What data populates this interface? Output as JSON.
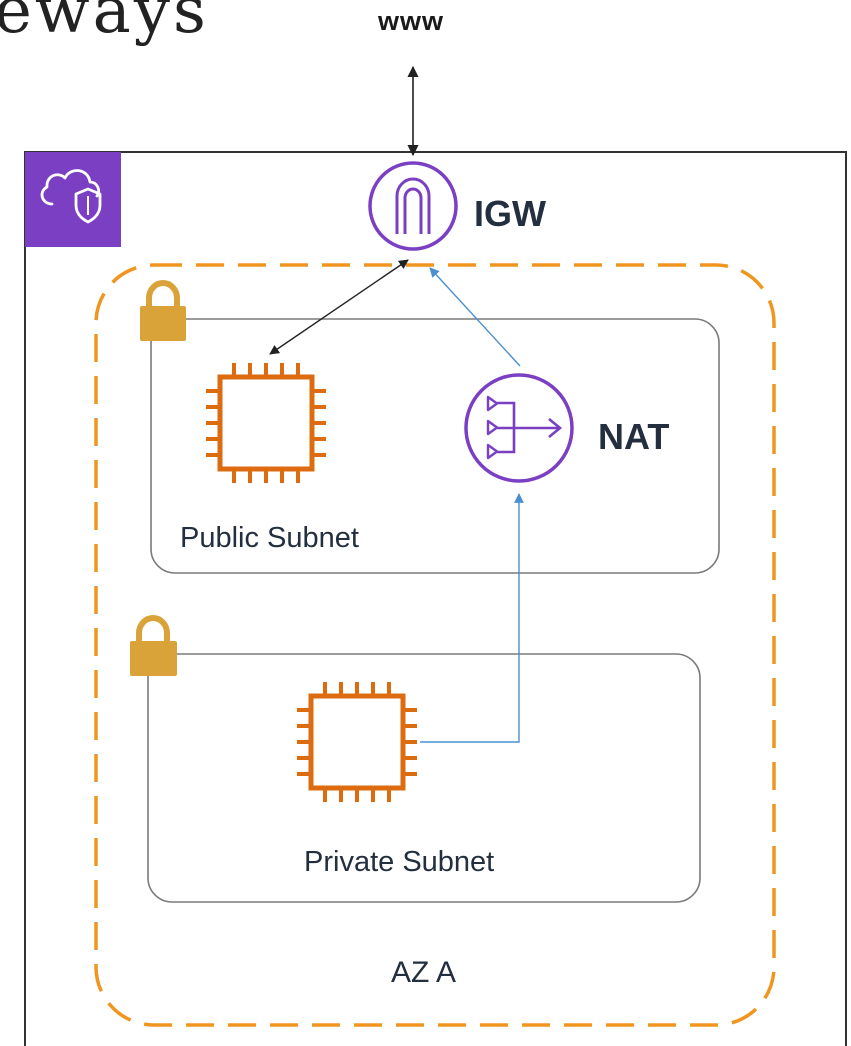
{
  "heading": {
    "text": "eways"
  },
  "internet": {
    "label": "www"
  },
  "vpc": {
    "icon": "vpc-cloud-shield-icon",
    "icon_background": "#7b3fc4"
  },
  "igw": {
    "label": "IGW",
    "icon": "internet-gateway-icon",
    "color": "#7b3fc4"
  },
  "nat": {
    "label": "NAT",
    "icon": "nat-gateway-icon",
    "color": "#7b3fc4"
  },
  "public_subnet": {
    "label": "Public Subnet",
    "lock_icon": "lock-icon",
    "instance_icon": "ec2-instance-icon"
  },
  "private_subnet": {
    "label": "Private Subnet",
    "lock_icon": "lock-icon",
    "instance_icon": "ec2-instance-icon"
  },
  "availability_zone": {
    "label": "AZ A",
    "border_color": "#f0961e"
  },
  "colors": {
    "ec2": "#dd6b10",
    "lock": "#d9a33a",
    "connection_black": "#222222",
    "connection_blue": "#4a90d0",
    "subnet_border": "#7a7a7a"
  }
}
